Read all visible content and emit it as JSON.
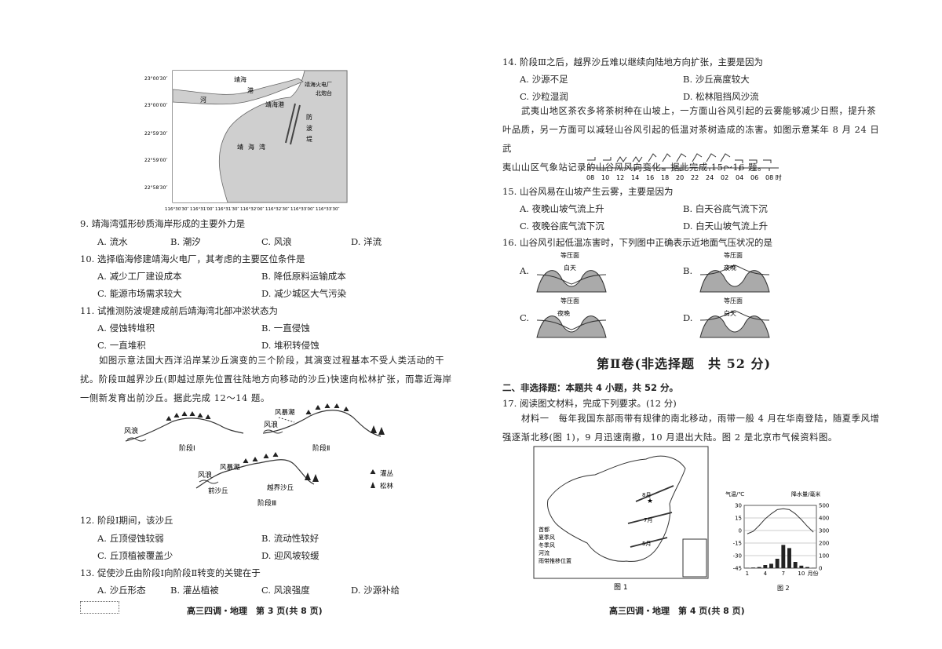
{
  "left": {
    "map": {
      "lat_labels": [
        "23°00′30″",
        "23°00′00″",
        "22°59′30″",
        "22°59′00″",
        "22°58′30″"
      ],
      "lon_labels": [
        "116°30′30″",
        "116°31′00″",
        "116°31′30″",
        "116°32′00″",
        "116°32′30″",
        "116°33′00″",
        "116°33′30″"
      ],
      "place_labels": [
        "靖海",
        "港",
        "河",
        "靖海港",
        "靖海火电厂",
        "北炮台",
        "防",
        "波",
        "堤",
        "靖",
        "海",
        "湾"
      ]
    },
    "q9": {
      "stem": "9.  靖海湾弧形砂质海岸形成的主要外力是",
      "a": "A.  流水",
      "b": "B.  潮汐",
      "c": "C.  风浪",
      "d": "D.  洋流"
    },
    "q10": {
      "stem": "10.  选择临海修建靖海火电厂，其考虑的主要区位条件是",
      "a": "A.  减少工厂建设成本",
      "b": "B.  降低原料运输成本",
      "c": "C.  能源市场需求较大",
      "d": "D.  减少城区大气污染"
    },
    "q11": {
      "stem": "11.  试推测防波堤建成前后靖海湾北部冲淤状态为",
      "a": "A.  侵蚀转堆积",
      "b": "B.  一直侵蚀",
      "c": "C.  一直堆积",
      "d": "D.  堆积转侵蚀"
    },
    "material_12_14": [
      "如图示意法国大西洋沿岸某沙丘演变的三个阶段，其演变过程基本不受人类活动的干",
      "扰。阶段Ⅲ越界沙丘(即越过原先位置往陆地方向移动的沙丘)快速向松林扩张，而靠近海岸",
      "一侧新发育出前沙丘。据此完成 12～14 题。"
    ],
    "dune": {
      "wind_wave": "风浪",
      "storm_surge": "风暴潮",
      "stage1": "阶段Ⅰ",
      "stage2": "阶段Ⅱ",
      "stage3": "阶段Ⅲ",
      "fore_dune": "前沙丘",
      "cross_dune": "越界沙丘",
      "legend_shrub": "灌丛",
      "legend_pine": "松林"
    },
    "q12": {
      "stem": "12.  阶段Ⅰ期间，该沙丘",
      "a": "A.  丘顶侵蚀较弱",
      "b": "B.  流动性较好",
      "c": "C.  丘顶植被覆盖少",
      "d": "D.  迎风坡较缓"
    },
    "q13": {
      "stem": "13.  促使沙丘由阶段Ⅰ向阶段Ⅱ转变的关键在于",
      "a": "A.  沙丘形态",
      "b": "B.  灌丛植被",
      "c": "C.  风浪强度",
      "d": "D.  沙源补给"
    },
    "footer": "高三四调・地理　第 3 页(共 8 页)"
  },
  "right": {
    "q14": {
      "stem": "14.  阶段Ⅲ之后，越界沙丘难以继续向陆地方向扩张，主要是因为",
      "a": "A.  沙源不足",
      "b": "B.  沙丘高度较大",
      "c": "C.  沙粒湿润",
      "d": "D.  松林阻挡风沙流"
    },
    "material_15_16": [
      "武夷山地区茶农多将茶树种在山坡上，一方面山谷风引起的云雾能够减少日照，提升茶",
      "叶品质，另一方面可以减轻山谷风引起的低温对茶树造成的冻害。如图示意某年 8 月 24 日武",
      "夷山山区气象站记录的山谷风风向变化。据此完成 15～16 题。"
    ],
    "wind_axis": [
      "08",
      "10",
      "12",
      "14",
      "16",
      "18",
      "20",
      "22",
      "24",
      "02",
      "04",
      "06",
      "08 时"
    ],
    "q15": {
      "stem": "15.  山谷风易在山坡产生云雾，主要是因为",
      "a": "A.  夜晚山坡气流上升",
      "b": "B.  白天谷底气流下沉",
      "c": "C.  夜晚谷底气流下沉",
      "d": "D.  白天山坡气流上升"
    },
    "q16": {
      "stem": "16.  山谷风引起低温冻害时，下列图中正确表示近地面气压状况的是",
      "a": "A.",
      "b": "B.",
      "c": "C.",
      "d": "D.",
      "isobar": "等压面",
      "day": "白天",
      "night": "夜晚"
    },
    "section_title": "第Ⅱ卷(非选择题　共 52 分)",
    "section_sub": "二、非选择题：本题共 4 小题，共 52 分。",
    "q17_stem": "17.  阅读图文材料，完成下列要求。(12 分)",
    "material1": [
      "材料一　每年我国东部雨带有规律的南北移动，雨带一般 4 月在华南登陆，随夏季风增",
      "强逐渐北移(图 1)，9 月迅速南撤，10 月退出大陆。图 2 是北京市气候资料图。"
    ],
    "fig1": {
      "caption": "图 1",
      "legend": [
        "首都",
        "夏季风",
        "冬季风",
        "河流",
        "雨带推移位置"
      ],
      "months": [
        "8月",
        "7月",
        "5月"
      ]
    },
    "climate_chart": {
      "caption": "图 2",
      "ylabel_left": "气温/℃",
      "ylabel_right": "降水量/毫米",
      "xlabel": "月份",
      "left_ticks": [
        "30",
        "15",
        "0",
        "-15",
        "-30",
        "-45"
      ],
      "right_ticks": [
        "500",
        "400",
        "300",
        "200",
        "100",
        "0"
      ],
      "x_ticks": [
        "1",
        "4",
        "7",
        "10"
      ]
    },
    "footer": "高三四调・地理　第 4 页(共 8 页)"
  },
  "chart_data": {
    "type": "bar",
    "title": "",
    "xlabel": "月份",
    "ylabel": "降水量/毫米",
    "categories": [
      "1",
      "2",
      "3",
      "4",
      "5",
      "6",
      "7",
      "8",
      "9",
      "10",
      "11",
      "12"
    ],
    "series": [
      {
        "name": "降水量/毫米",
        "type": "bar",
        "values": [
          3,
          5,
          9,
          25,
          35,
          75,
          185,
          160,
          50,
          20,
          9,
          3
        ]
      },
      {
        "name": "气温/℃",
        "type": "line",
        "values": [
          -4,
          -1,
          6,
          14,
          20,
          25,
          26,
          25,
          20,
          13,
          5,
          -2
        ]
      }
    ],
    "ylim_left": [
      -45,
      30
    ],
    "ylim_right": [
      0,
      500
    ]
  }
}
